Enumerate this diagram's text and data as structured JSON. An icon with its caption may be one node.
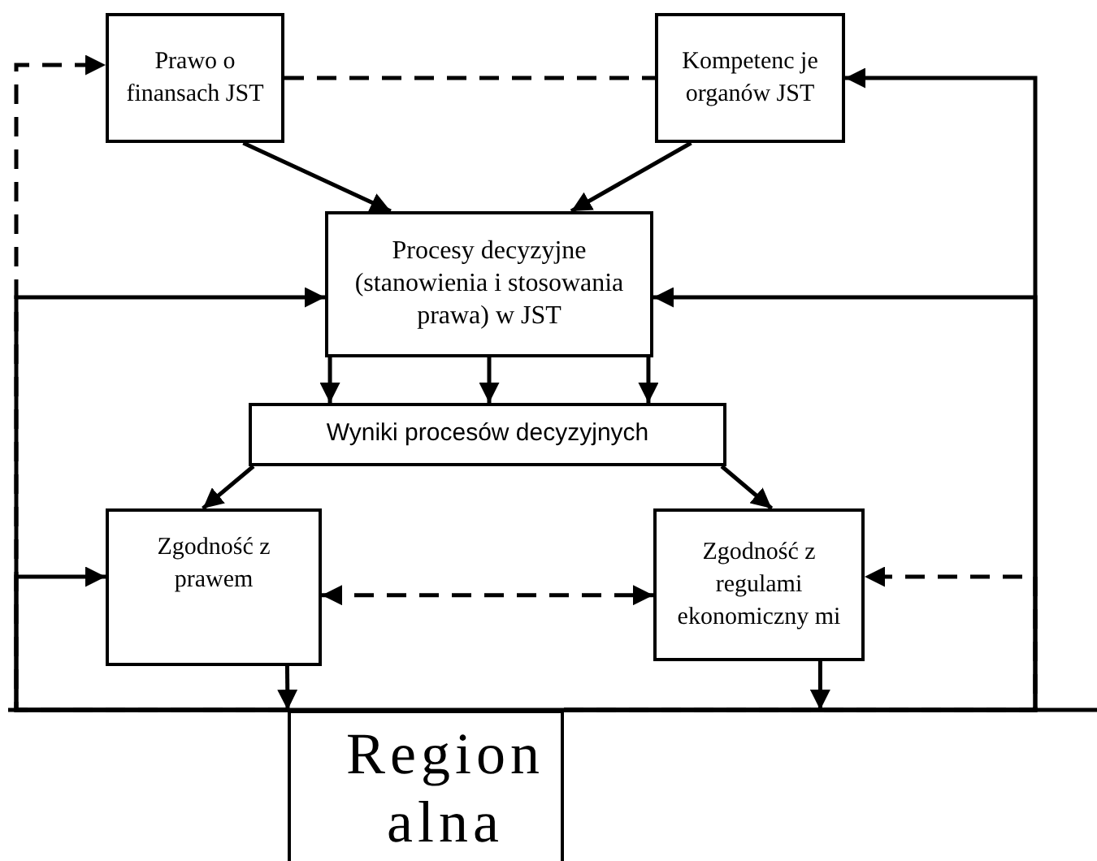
{
  "diagram": {
    "nodes": [
      {
        "text": [
          "Prawo o finansach JST"
        ]
      },
      {
        "text": [
          "Kompetenc je organów JST"
        ]
      },
      {
        "text": [
          "Procesy decyzyjne (stanowienia i stosowania prawa) w JST"
        ]
      },
      {
        "text": [
          "Wyniki procesów decyzyjnych"
        ]
      },
      {
        "text": [
          "Zgodność z prawem"
        ]
      },
      {
        "text": [
          "Zgodność z regulami ekonomiczny mi"
        ]
      },
      {
        "text": [
          "Region alna"
        ]
      }
    ],
    "edges": [
      {
        "from": 0,
        "to": 2,
        "arrow": "to"
      },
      {
        "from": 1,
        "to": 2,
        "arrow": "to"
      },
      {
        "from": 0,
        "to": 1,
        "arrow": "none",
        "style": "dashed"
      },
      {
        "from": 2,
        "to": 3,
        "arrow": "to"
      },
      {
        "from": 2,
        "to": 3,
        "arrow": "to"
      },
      {
        "from": 2,
        "to": 3,
        "arrow": "to"
      },
      {
        "from": 3,
        "to": 4,
        "arrow": "to"
      },
      {
        "from": 3,
        "to": 5,
        "arrow": "to"
      },
      {
        "from": 4,
        "to": 5,
        "arrow": "both",
        "style": "dashed"
      },
      {
        "from": 4,
        "to": 6,
        "arrow": "to"
      },
      {
        "from": 5,
        "to": null,
        "arrow": "to"
      },
      {
        "from": 6,
        "to": 2,
        "arrow": "to"
      },
      {
        "from": 6,
        "to": 4,
        "arrow": "to"
      },
      {
        "from": 6,
        "to": 0,
        "arrow": "to",
        "style": "dashed"
      },
      {
        "from": 6,
        "to": 1,
        "arrow": "to"
      },
      {
        "from": 6,
        "to": 2,
        "arrow": "to"
      },
      {
        "from": 6,
        "to": 5,
        "arrow": "to",
        "style": "dashed"
      }
    ]
  }
}
